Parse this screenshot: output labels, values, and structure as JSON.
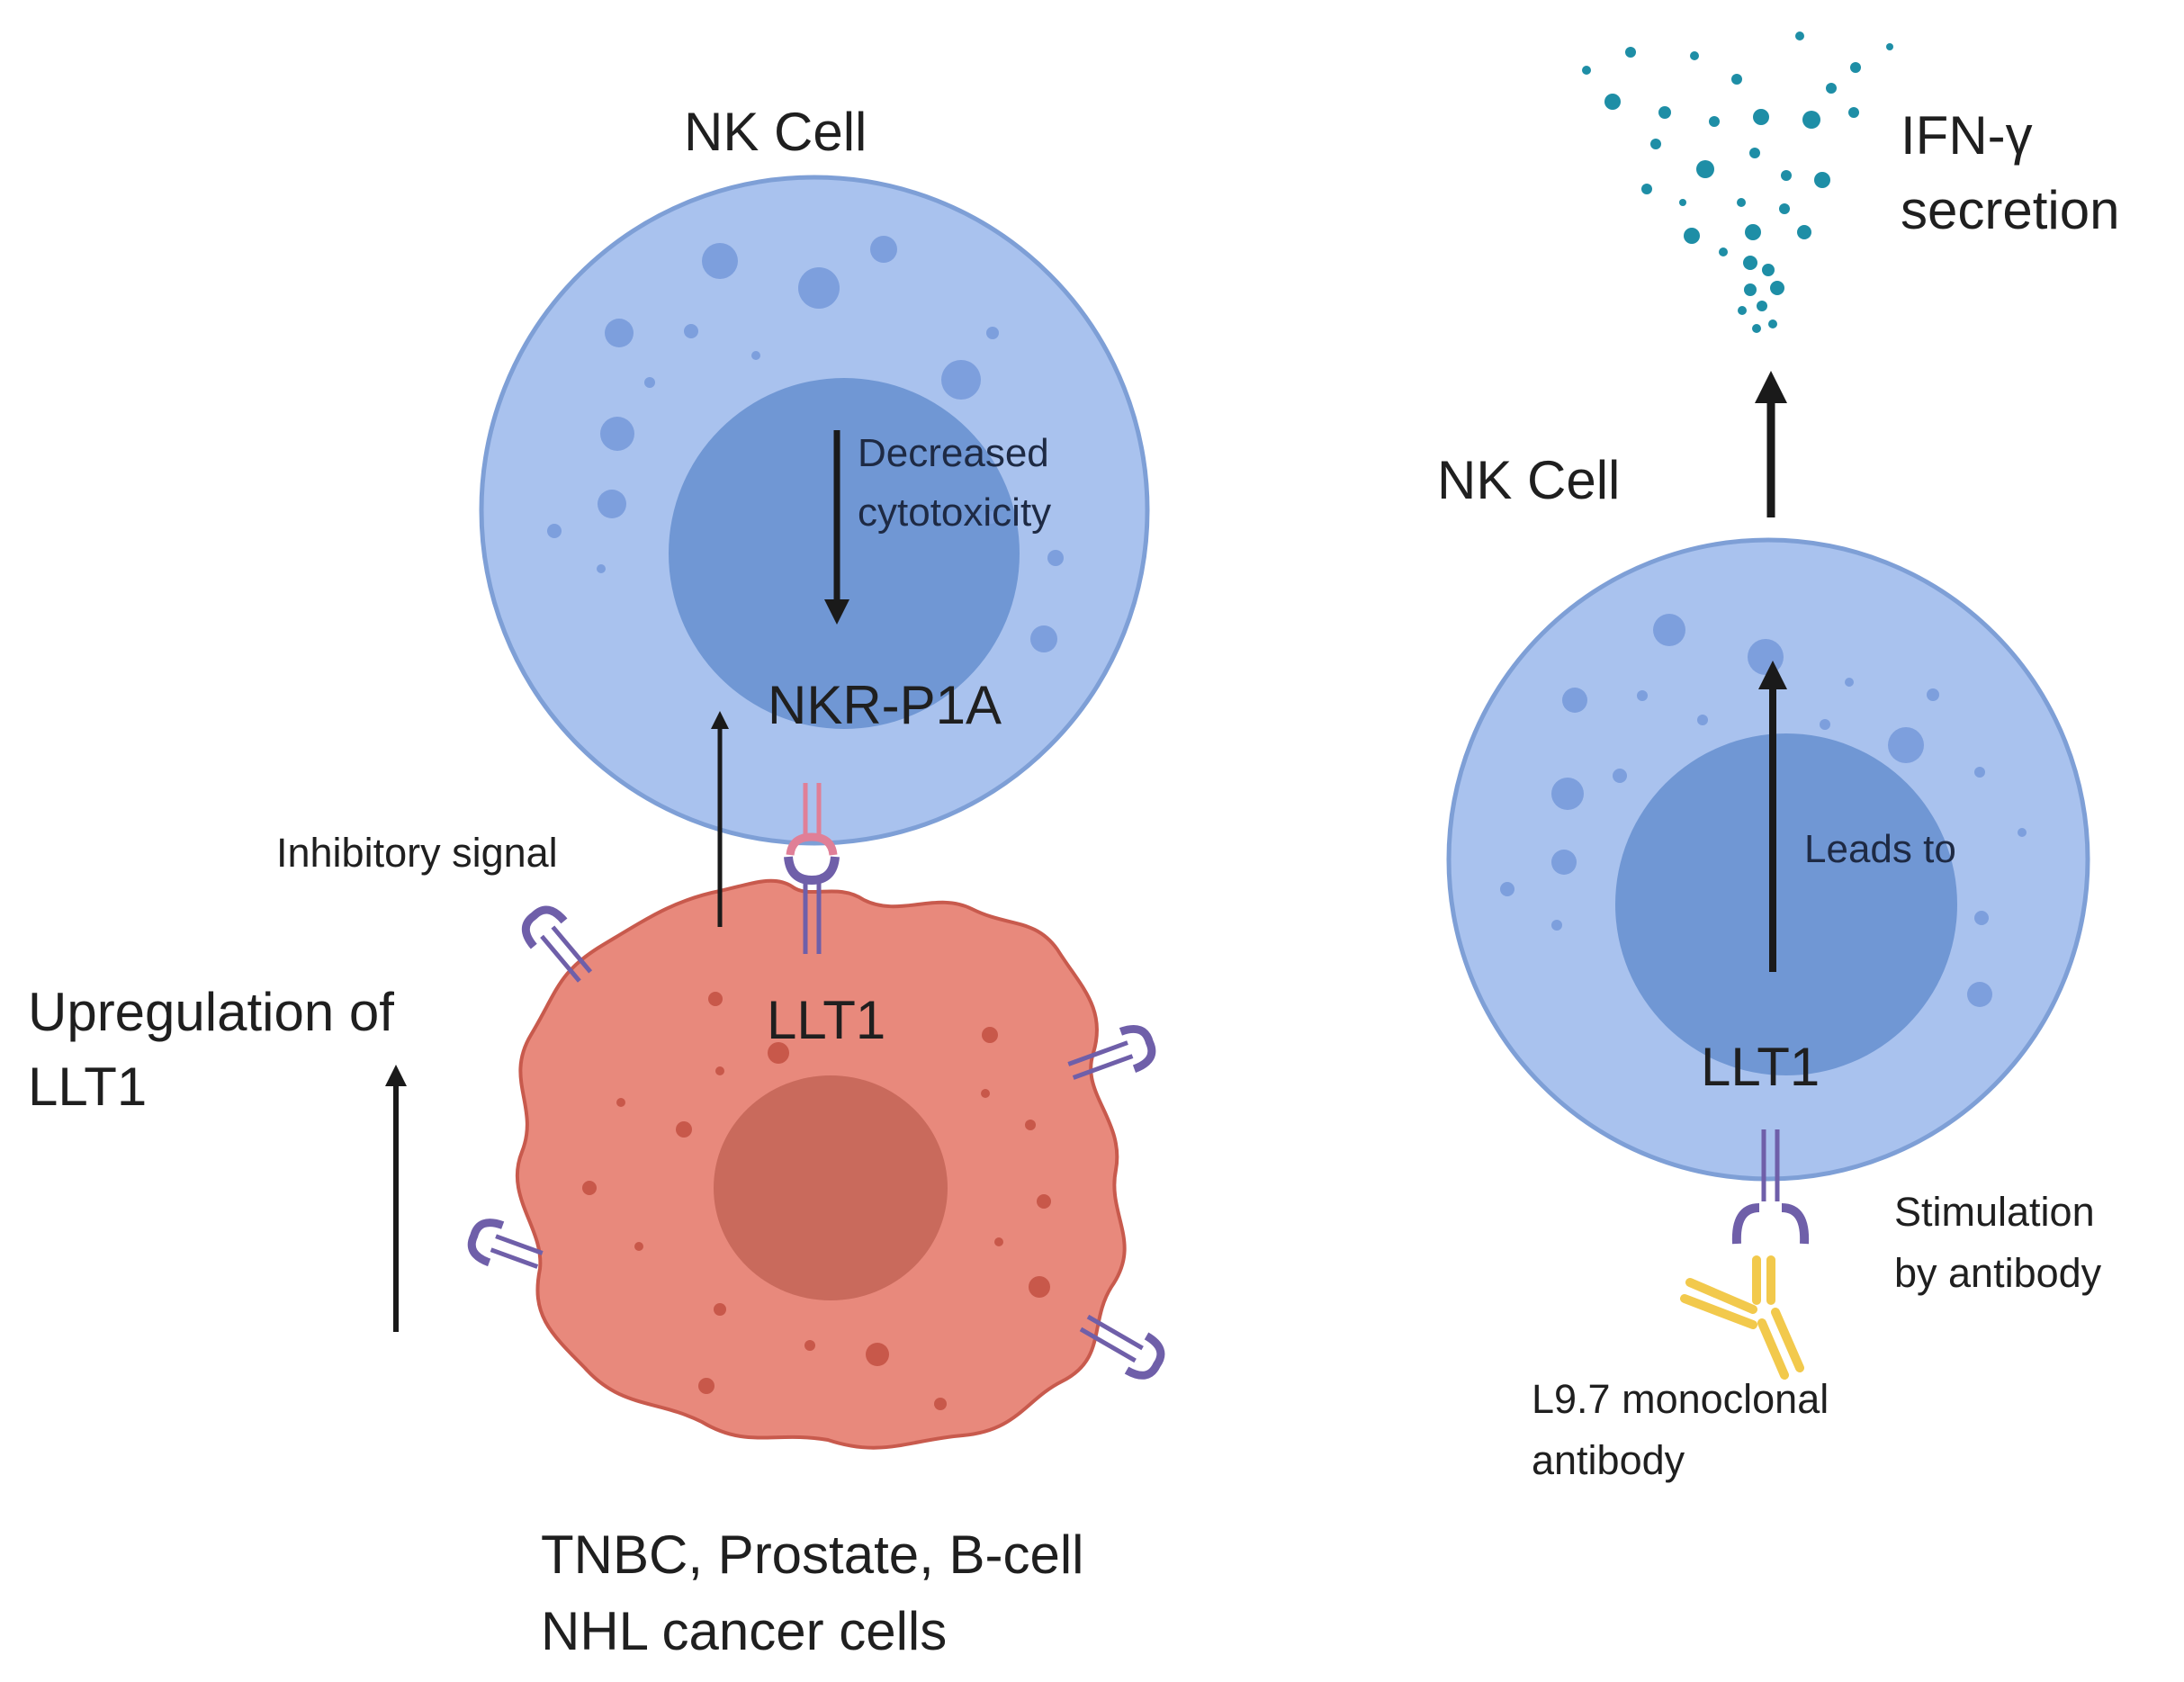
{
  "left": {
    "nk_cell_label": "NK Cell",
    "receptor_label": "NKR-P1A",
    "effect_line1": "Decreased",
    "effect_line2": "cytotoxicity",
    "signal_label": "Inhibitory signal",
    "ligand_label": "LLT1",
    "upregulation_line1": "Upregulation of",
    "upregulation_line2": "LLT1",
    "cancer_line1": "TNBC, Prostate, B-cell",
    "cancer_line2": "NHL cancer cells"
  },
  "right": {
    "secretion_line1": "IFN-γ",
    "secretion_line2": "secretion",
    "nk_cell_label": "NK Cell",
    "effect_label": "Leads to",
    "receptor_label": "LLT1",
    "stimulation_line1": "Stimulation",
    "stimulation_line2": "by antibody",
    "antibody_line1": "L9.7 monoclonal",
    "antibody_line2": "antibody"
  },
  "colors": {
    "nk_cell_fill": "#a9c2ee",
    "nk_cell_outline": "#7e9fd6",
    "nk_nucleus": "#7097d4",
    "nk_granule": "#7d9fdd",
    "cancer_fill": "#e8897c",
    "cancer_outline": "#c85a4d",
    "cancer_nucleus": "#c96a5c",
    "cancer_dot": "#c8584a",
    "receptor_purple": "#6f5fa9",
    "receptor_pink": "#e07f97",
    "antibody_yellow": "#f2c94c",
    "ifn_dot": "#1e8ea6",
    "arrow": "#1a1a1a"
  }
}
